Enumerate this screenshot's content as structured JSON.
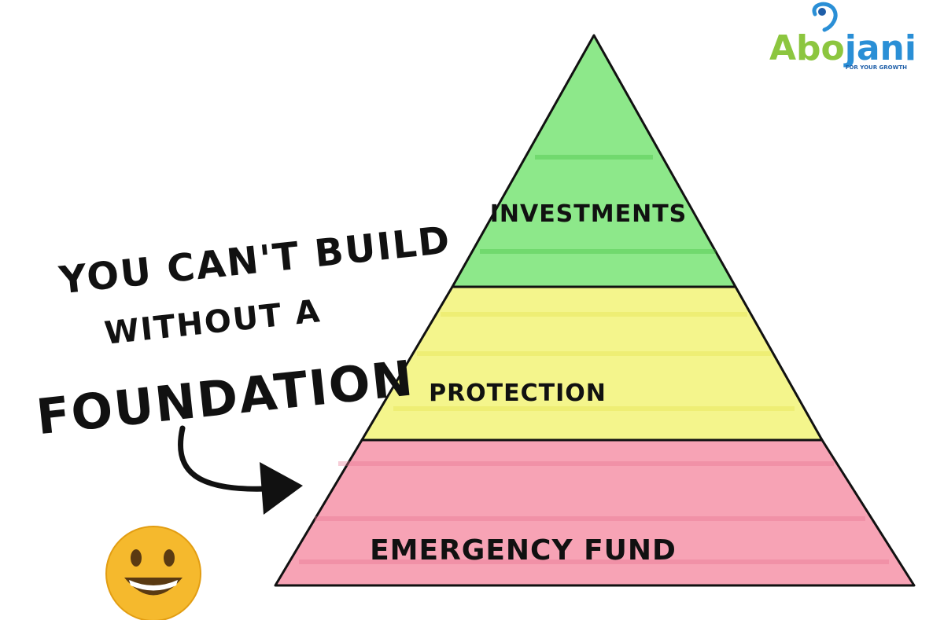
{
  "logo": {
    "part1": "Abo",
    "part2": "jani",
    "tagline": "FOR YOUR GROWTH",
    "color_green": "#8cc63f",
    "color_blue": "#2a8fd6"
  },
  "caption": {
    "line1": "YOU CAN'T BUILD",
    "line2": "WITHOUT A",
    "line3": "FOUNDATION"
  },
  "pyramid": {
    "tiers": [
      {
        "label": "INVESTMENTS",
        "color": "#8de88a"
      },
      {
        "label": "PROTECTION",
        "color": "#f4f58c"
      },
      {
        "label": "EMERGENCY FUND",
        "color": "#f7a3b5"
      }
    ]
  },
  "icons": {
    "pointer": "curved-arrow-icon",
    "emoji": "smiley-emoji-icon"
  }
}
